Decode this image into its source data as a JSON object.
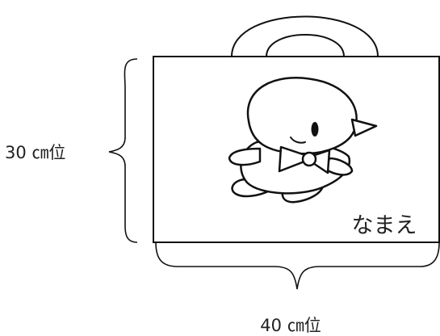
{
  "height_label": "30 ㎝位",
  "width_label": "40 ㎝位",
  "name_label": "なまえ",
  "colors": {
    "line": "#111111",
    "text": "#222222",
    "background": "#ffffff"
  }
}
